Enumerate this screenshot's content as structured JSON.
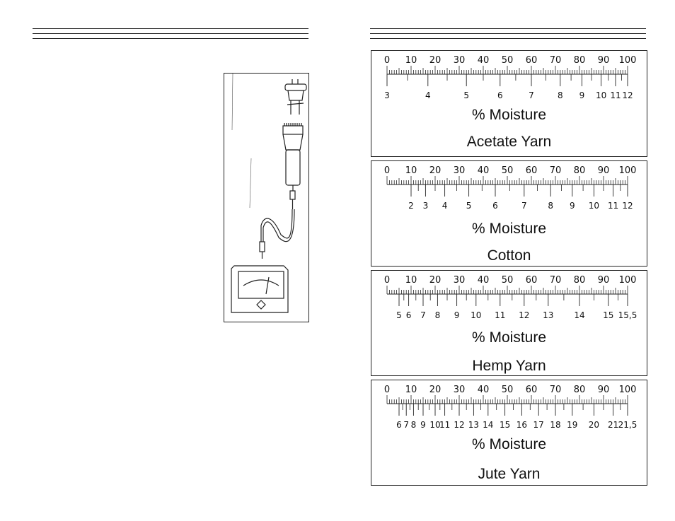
{
  "scales": [
    {
      "id": "acetate",
      "title": "Acetate Yarn",
      "moisture_label": "% Moisture",
      "top_scale_labels": [
        "0",
        "10",
        "20",
        "30",
        "40",
        "50",
        "60",
        "70",
        "80",
        "90",
        "100"
      ],
      "bottom_scale": [
        {
          "label": "3",
          "at": 0
        },
        {
          "label": "4",
          "at": 17
        },
        {
          "label": "5",
          "at": 33
        },
        {
          "label": "6",
          "at": 47
        },
        {
          "label": "7",
          "at": 60
        },
        {
          "label": "8",
          "at": 72
        },
        {
          "label": "9",
          "at": 81
        },
        {
          "label": "10",
          "at": 89
        },
        {
          "label": "11",
          "at": 95
        },
        {
          "label": "12",
          "at": 100
        }
      ]
    },
    {
      "id": "cotton",
      "title": "Cotton",
      "moisture_label": "% Moisture",
      "top_scale_labels": [
        "0",
        "10",
        "20",
        "30",
        "40",
        "50",
        "60",
        "70",
        "80",
        "90",
        "100"
      ],
      "bottom_scale": [
        {
          "label": "2",
          "at": 10
        },
        {
          "label": "3",
          "at": 16
        },
        {
          "label": "4",
          "at": 24
        },
        {
          "label": "5",
          "at": 34
        },
        {
          "label": "6",
          "at": 45
        },
        {
          "label": "7",
          "at": 57
        },
        {
          "label": "8",
          "at": 68
        },
        {
          "label": "9",
          "at": 77
        },
        {
          "label": "10",
          "at": 86
        },
        {
          "label": "11",
          "at": 94
        },
        {
          "label": "12",
          "at": 100
        }
      ]
    },
    {
      "id": "hemp",
      "title": "Hemp Yarn",
      "moisture_label": "% Moisture",
      "top_scale_labels": [
        "0",
        "10",
        "20",
        "30",
        "40",
        "50",
        "60",
        "70",
        "80",
        "90",
        "100"
      ],
      "bottom_scale": [
        {
          "label": "5",
          "at": 5
        },
        {
          "label": "6",
          "at": 9
        },
        {
          "label": "7",
          "at": 15
        },
        {
          "label": "8",
          "at": 21
        },
        {
          "label": "9",
          "at": 29
        },
        {
          "label": "10",
          "at": 37
        },
        {
          "label": "11",
          "at": 47
        },
        {
          "label": "12",
          "at": 57
        },
        {
          "label": "13",
          "at": 67
        },
        {
          "label": "14",
          "at": 80
        },
        {
          "label": "15",
          "at": 92
        },
        {
          "label": "15,5",
          "at": 100
        }
      ]
    },
    {
      "id": "jute",
      "title": "Jute Yarn",
      "moisture_label": "% Moisture",
      "top_scale_labels": [
        "0",
        "10",
        "20",
        "30",
        "40",
        "50",
        "60",
        "70",
        "80",
        "90",
        "100"
      ],
      "bottom_scale": [
        {
          "label": "6",
          "at": 5
        },
        {
          "label": "7",
          "at": 8
        },
        {
          "label": "8",
          "at": 11
        },
        {
          "label": "9",
          "at": 15
        },
        {
          "label": "10",
          "at": 20
        },
        {
          "label": "11",
          "at": 24
        },
        {
          "label": "12",
          "at": 30
        },
        {
          "label": "13",
          "at": 36
        },
        {
          "label": "14",
          "at": 42
        },
        {
          "label": "15",
          "at": 49
        },
        {
          "label": "16",
          "at": 56
        },
        {
          "label": "17",
          "at": 63
        },
        {
          "label": "18",
          "at": 70
        },
        {
          "label": "19",
          "at": 77
        },
        {
          "label": "20",
          "at": 86
        },
        {
          "label": "21",
          "at": 94
        },
        {
          "label": "21,5",
          "at": 100
        }
      ]
    }
  ]
}
